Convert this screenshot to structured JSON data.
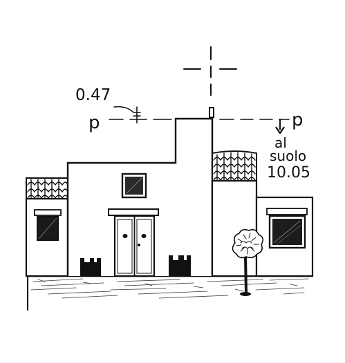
{
  "labels": {
    "height_offset": "0.47",
    "plane_left": "p",
    "plane_right": "p",
    "ground_line1": "al",
    "ground_line2": "suolo",
    "ground_value": "10.05"
  }
}
